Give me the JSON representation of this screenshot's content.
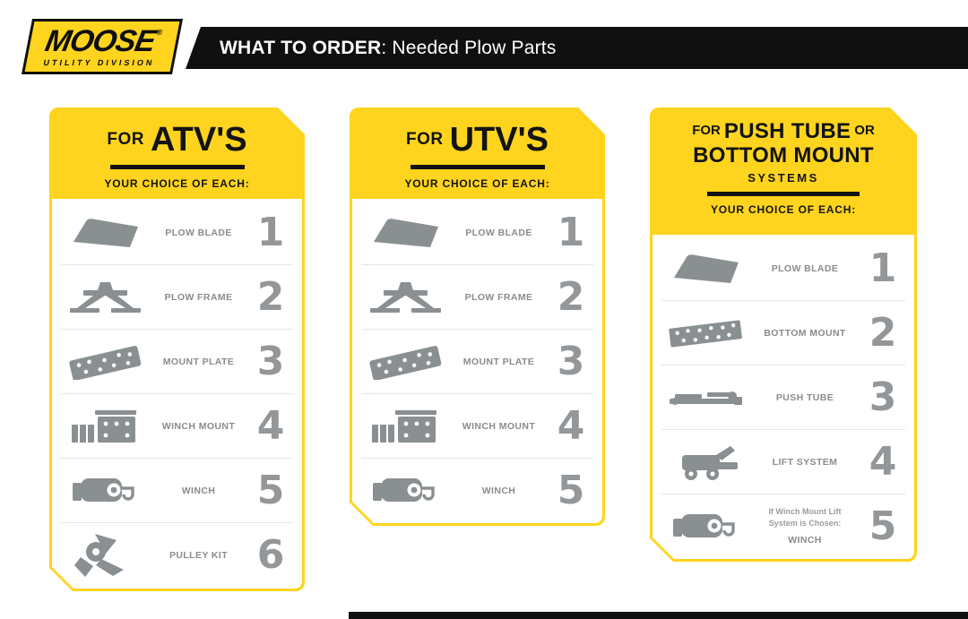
{
  "header": {
    "logo_line1": "MOOSE",
    "logo_reg": "®",
    "logo_line2": "UTILITY DIVISION",
    "title_bold": "WHAT TO ORDER",
    "title_rest": ": Needed Plow Parts"
  },
  "colors": {
    "yellow": "#FFD41E",
    "black": "#101010",
    "icon_gray": "#8A8F92",
    "label_gray": "#8B8B8B",
    "number_gray": "#949799",
    "divider": "#E5E5E5"
  },
  "cards": [
    {
      "title_prefix": "FOR",
      "title_main": "ATV'S",
      "subtitle": "YOUR CHOICE OF EACH:",
      "items": [
        {
          "icon": "plow-blade-icon",
          "label": "PLOW BLADE",
          "number": "1"
        },
        {
          "icon": "plow-frame-icon",
          "label": "PLOW FRAME",
          "number": "2"
        },
        {
          "icon": "mount-plate-icon",
          "label": "MOUNT PLATE",
          "number": "3"
        },
        {
          "icon": "winch-mount-icon",
          "label": "WINCH MOUNT",
          "number": "4"
        },
        {
          "icon": "winch-icon",
          "label": "WINCH",
          "number": "5"
        },
        {
          "icon": "pulley-kit-icon",
          "label": "PULLEY KIT",
          "number": "6"
        }
      ]
    },
    {
      "title_prefix": "FOR",
      "title_main": "UTV'S",
      "subtitle": "YOUR CHOICE OF EACH:",
      "items": [
        {
          "icon": "plow-blade-icon",
          "label": "PLOW BLADE",
          "number": "1"
        },
        {
          "icon": "plow-frame-icon",
          "label": "PLOW FRAME",
          "number": "2"
        },
        {
          "icon": "mount-plate-icon",
          "label": "MOUNT PLATE",
          "number": "3"
        },
        {
          "icon": "winch-mount-icon",
          "label": "WINCH MOUNT",
          "number": "4"
        },
        {
          "icon": "winch-icon",
          "label": "WINCH",
          "number": "5"
        }
      ]
    },
    {
      "title_line1_prefix": "FOR",
      "title_line1_main": "PUSH TUBE",
      "title_line1_suffix": "OR",
      "title_line2": "BOTTOM MOUNT",
      "title_line3": "SYSTEMS",
      "subtitle": "YOUR CHOICE OF EACH:",
      "items": [
        {
          "icon": "plow-blade-icon",
          "label": "PLOW BLADE",
          "number": "1"
        },
        {
          "icon": "bottom-mount-icon",
          "label": "BOTTOM MOUNT",
          "number": "2"
        },
        {
          "icon": "push-tube-icon",
          "label": "PUSH TUBE",
          "number": "3"
        },
        {
          "icon": "lift-system-icon",
          "label": "LIFT SYSTEM",
          "number": "4"
        },
        {
          "icon": "winch-icon",
          "label": "WINCH",
          "number": "5",
          "note": "If Winch Mount Lift System is Chosen:"
        }
      ]
    }
  ]
}
